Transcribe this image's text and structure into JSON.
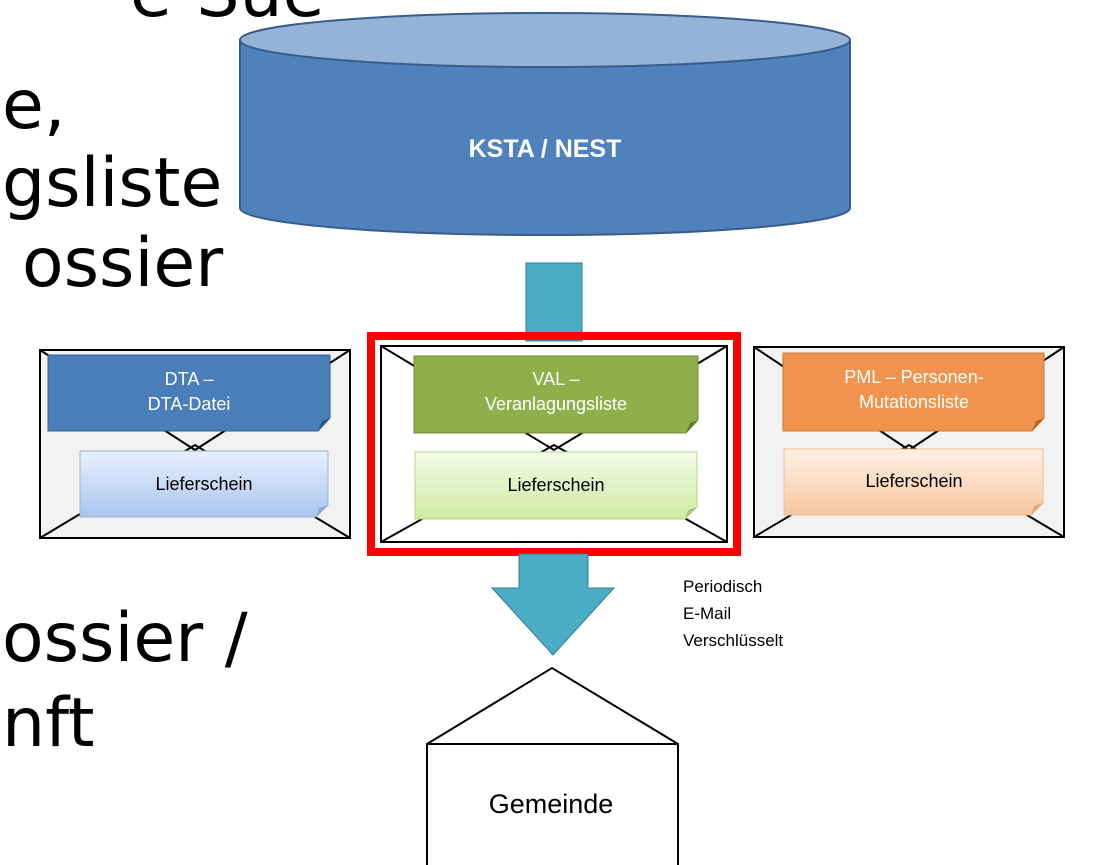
{
  "background_text": {
    "line1": "e-Sue",
    "line2": "e,",
    "line3": "gsliste",
    "line4": "ossier",
    "line5": "ossier /",
    "line6": "nft"
  },
  "database": {
    "label": "KSTA / NEST"
  },
  "envelopes": [
    {
      "code_line1": "DTA –",
      "code_line2": "DTA-Datei",
      "slip_label": "Lieferschein",
      "header_color": "#4a7ebb",
      "slip_color": "#cfe0f8",
      "highlighted": false
    },
    {
      "code_line1": "VAL –",
      "code_line2": "Veranlagungsliste",
      "slip_label": "Lieferschein",
      "header_color": "#8db04b",
      "slip_color": "#e6f5c9",
      "highlighted": true
    },
    {
      "code_line1": "PML – Personen-",
      "code_line2": "Mutationsliste",
      "slip_label": "Lieferschein",
      "header_color": "#f0944d",
      "slip_color": "#fcdcc2",
      "highlighted": false
    }
  ],
  "delivery_note": {
    "line1": "Periodisch",
    "line2": "E-Mail",
    "line3": "Verschlüsselt"
  },
  "destination": {
    "label": "Gemeinde"
  },
  "colors": {
    "database_fill": "#4f81bd",
    "database_top": "#95b3d7",
    "arrow": "#4bacc6",
    "highlight": "#ff0000"
  }
}
